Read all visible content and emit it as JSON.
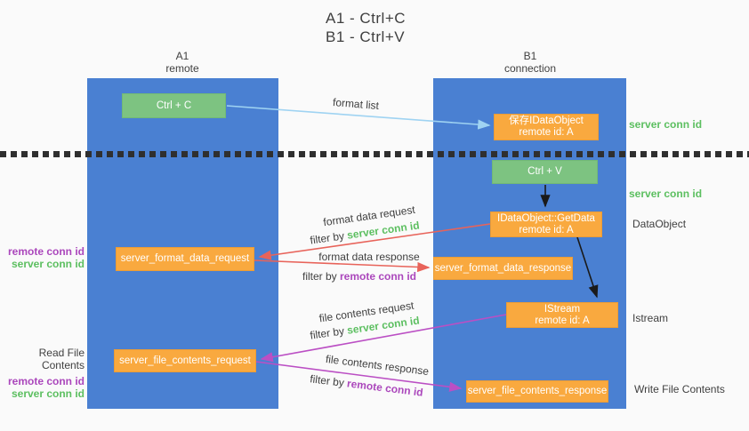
{
  "title": {
    "line1": "A1 - Ctrl+C",
    "line2": "B1 - Ctrl+V"
  },
  "lanes": {
    "a": {
      "id": "A1",
      "role": "remote"
    },
    "b": {
      "id": "B1",
      "role": "connection"
    }
  },
  "nodes": {
    "ctrl_c": {
      "label": "Ctrl + C"
    },
    "save_idataobject": {
      "line1": "保存IDataObject",
      "line2": "remote id: A"
    },
    "ctrl_v": {
      "label": "Ctrl + V"
    },
    "getdata": {
      "line1": "IDataObject::GetData",
      "line2": "remote id: A"
    },
    "format_request": {
      "label": "server_format_data_request"
    },
    "format_response": {
      "label": "server_format_data_response"
    },
    "istream": {
      "line1": "IStream",
      "line2": "remote id: A"
    },
    "file_request": {
      "label": "server_file_contents_request"
    },
    "file_response": {
      "label": "server_file_contents_response"
    }
  },
  "arrow_labels": {
    "format_list": "format list",
    "format_data_request": "format data request",
    "format_data_response": "format data response",
    "file_contents_request": "file contents request",
    "file_contents_response": "file contents response",
    "filter_by": "filter by ",
    "server_conn_id": "server conn id",
    "remote_conn_id": "remote conn id"
  },
  "side_labels": {
    "server_conn_id_top": "server conn id",
    "server_conn_id_mid": "server conn id",
    "dataobject": "DataObject",
    "istream": "Istream",
    "write_file_contents": "Write File Contents",
    "read_file_contents": "Read File Contents",
    "remote_conn_id": "remote conn id",
    "server_conn_id": "server conn id"
  },
  "colors": {
    "lane_blue": "#4a80d2",
    "node_green": "#7dc381",
    "node_orange": "#f9a93f",
    "label_green": "#5cbf60",
    "label_purple": "#ab47bc",
    "arrow_red": "#e8635a",
    "arrow_magenta": "#bb4fc4",
    "arrow_light_blue": "#9fd3f2",
    "arrow_black": "#1a1a1a"
  }
}
